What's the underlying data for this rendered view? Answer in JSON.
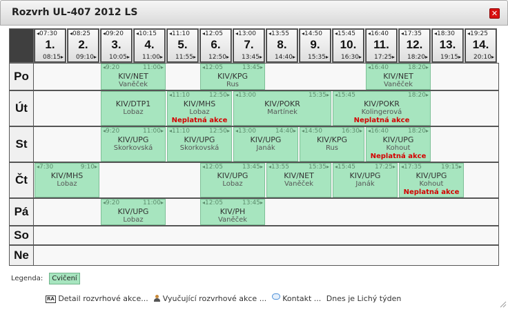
{
  "dialog": {
    "title": "Rozvrh UL-407 2012 LS",
    "close_icon": "close-icon",
    "accent": "#d81010"
  },
  "hours": [
    {
      "num": "1.",
      "start": "07:30",
      "end": "08:15"
    },
    {
      "num": "2.",
      "start": "08:25",
      "end": "09:10"
    },
    {
      "num": "3.",
      "start": "09:20",
      "end": "10:05"
    },
    {
      "num": "4.",
      "start": "10:15",
      "end": "11:00"
    },
    {
      "num": "5.",
      "start": "11:10",
      "end": "11:55"
    },
    {
      "num": "6.",
      "start": "12:05",
      "end": "12:50"
    },
    {
      "num": "7.",
      "start": "13:00",
      "end": "13:45"
    },
    {
      "num": "8.",
      "start": "13:55",
      "end": "14:40"
    },
    {
      "num": "9.",
      "start": "14:50",
      "end": "15:35"
    },
    {
      "num": "10.",
      "start": "15:45",
      "end": "16:30"
    },
    {
      "num": "11.",
      "start": "16:40",
      "end": "17:25"
    },
    {
      "num": "12.",
      "start": "17:35",
      "end": "18:20"
    },
    {
      "num": "13.",
      "start": "18:30",
      "end": "19:15"
    },
    {
      "num": "14.",
      "start": "19:25",
      "end": "20:10"
    }
  ],
  "days": [
    "Po",
    "Út",
    "St",
    "Čt",
    "Pá",
    "So",
    "Ne"
  ],
  "events": [
    {
      "day": 0,
      "startHour": 3,
      "span": 2,
      "start": "9:20",
      "end": "11:00",
      "code": "KIV/NET",
      "teacher": "Vaněček",
      "warn": ""
    },
    {
      "day": 0,
      "startHour": 6,
      "span": 2,
      "start": "12:05",
      "end": "13:45",
      "code": "KIV/KPG",
      "teacher": "Rus",
      "warn": ""
    },
    {
      "day": 0,
      "startHour": 11,
      "span": 2,
      "start": "16:40",
      "end": "18:20",
      "code": "KIV/NET",
      "teacher": "Vaněček",
      "warn": ""
    },
    {
      "day": 1,
      "startHour": 3,
      "span": 2,
      "start": "",
      "end": "",
      "code": "KIV/DTP1",
      "teacher": "Lobaz",
      "warn": ""
    },
    {
      "day": 1,
      "startHour": 5,
      "span": 2,
      "start": "11:10",
      "end": "12:50",
      "code": "KIV/MHS",
      "teacher": "Lobaz",
      "warn": "Neplatná akce"
    },
    {
      "day": 1,
      "startHour": 7,
      "span": 3,
      "start": "13:00",
      "end": "15:35",
      "code": "KIV/POKR",
      "teacher": "Martínek",
      "warn": ""
    },
    {
      "day": 1,
      "startHour": 10,
      "span": 3,
      "start": "15:45",
      "end": "18:20",
      "code": "KIV/POKR",
      "teacher": "Kolingerová",
      "warn": "Neplatná akce"
    },
    {
      "day": 2,
      "startHour": 3,
      "span": 2,
      "start": "9:20",
      "end": "11:00",
      "code": "KIV/UPG",
      "teacher": "Skorkovská",
      "warn": ""
    },
    {
      "day": 2,
      "startHour": 5,
      "span": 2,
      "start": "11:10",
      "end": "12:50",
      "code": "KIV/UPG",
      "teacher": "Skorkovská",
      "warn": ""
    },
    {
      "day": 2,
      "startHour": 7,
      "span": 2,
      "start": "13:00",
      "end": "14:40",
      "code": "KIV/UPG",
      "teacher": "Janák",
      "warn": ""
    },
    {
      "day": 2,
      "startHour": 9,
      "span": 2,
      "start": "14:50",
      "end": "16:30",
      "code": "KIV/KPG",
      "teacher": "Rus",
      "warn": ""
    },
    {
      "day": 2,
      "startHour": 11,
      "span": 2,
      "start": "16:40",
      "end": "18:20",
      "code": "KIV/UPG",
      "teacher": "Kohout",
      "warn": "Neplatná akce"
    },
    {
      "day": 3,
      "startHour": 1,
      "span": 2,
      "start": "7:30",
      "end": "9:10",
      "code": "KIV/MHS",
      "teacher": "Lobaz",
      "warn": ""
    },
    {
      "day": 3,
      "startHour": 6,
      "span": 2,
      "start": "12:05",
      "end": "13:45",
      "code": "KIV/UPG",
      "teacher": "Lobaz",
      "warn": ""
    },
    {
      "day": 3,
      "startHour": 8,
      "span": 2,
      "start": "13:55",
      "end": "15:35",
      "code": "KIV/NET",
      "teacher": "Vaněček",
      "warn": ""
    },
    {
      "day": 3,
      "startHour": 10,
      "span": 2,
      "start": "15:45",
      "end": "17:25",
      "code": "KIV/UPG",
      "teacher": "Janák",
      "warn": ""
    },
    {
      "day": 3,
      "startHour": 12,
      "span": 2,
      "start": "17:35",
      "end": "19:15",
      "code": "KIV/UPG",
      "teacher": "Kohout",
      "warn": "Neplatná akce"
    },
    {
      "day": 4,
      "startHour": 3,
      "span": 2,
      "start": "9:20",
      "end": "11:00",
      "code": "KIV/UPG",
      "teacher": "Lobaz",
      "warn": ""
    },
    {
      "day": 4,
      "startHour": 6,
      "span": 2,
      "start": "12:05",
      "end": "13:45",
      "code": "KIV/PH",
      "teacher": "Vaněček",
      "warn": ""
    }
  ],
  "legend": {
    "label": "Legenda:",
    "chip": "Cvičení",
    "chip_color": "#a7e5bf"
  },
  "footer": {
    "detail": "Detail rozvrhové akce...",
    "teacher": "Vyučující rozvrhové akce ...",
    "contact": "Kontakt ...",
    "week": "Dnes je Lichý týden"
  }
}
